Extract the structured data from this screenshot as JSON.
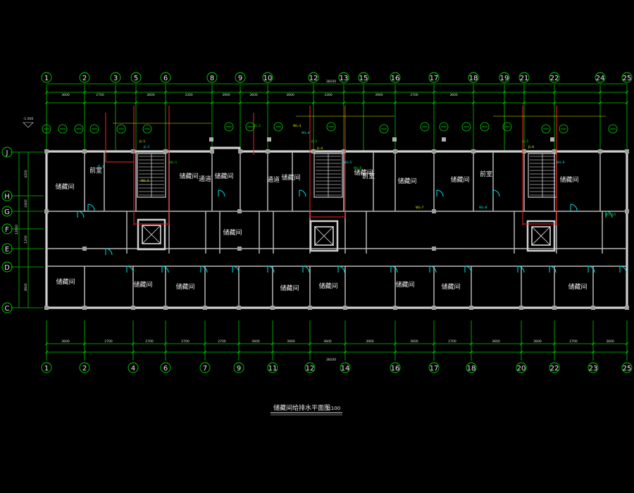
{
  "drawing": {
    "title": "储藏间给排水平面图",
    "scale": "1:100",
    "colors": {
      "background": "#000000",
      "grid": "#00c800",
      "walls": "#cfcfcf",
      "doors": "#00e0e0",
      "pipes": "#ff2020",
      "notes_yellow": "#e8e800"
    }
  },
  "axes": {
    "top": [
      "1",
      "2",
      "3",
      "5",
      "6",
      "8",
      "9",
      "10",
      "12",
      "13",
      "15",
      "16",
      "17",
      "18",
      "19",
      "21",
      "22",
      "24",
      "25"
    ],
    "bottom": [
      "1",
      "2",
      "4",
      "6",
      "7",
      "9",
      "11",
      "12",
      "14",
      "16",
      "17",
      "18",
      "20",
      "22",
      "23",
      "25"
    ],
    "left": [
      "J",
      "H",
      "G",
      "F",
      "E",
      "D",
      "C"
    ]
  },
  "dimensions": {
    "top_overall": "38100",
    "bottom_overall": "38100",
    "top_segments": [
      "3600",
      "2700",
      "3600",
      "3300",
      "3900",
      "3600",
      "3600",
      "3300",
      "3900",
      "2700",
      "3600"
    ],
    "bottom_segments": [
      "3600",
      "2700",
      "2700",
      "2700",
      "2700",
      "3600",
      "3900",
      "3600",
      "3900",
      "3600",
      "2700",
      "3600",
      "3600",
      "2700",
      "3600"
    ],
    "left_segments": [
      "4200",
      "2400",
      "1200",
      "3600"
    ],
    "left_total": "12000",
    "level": "-1.500"
  },
  "rooms": [
    {
      "label": "储藏间"
    },
    {
      "label": "前室"
    },
    {
      "label": "储藏间"
    },
    {
      "label": "储藏间"
    },
    {
      "label": "通道"
    },
    {
      "label": "通道"
    },
    {
      "label": "储藏间"
    },
    {
      "label": "储藏间"
    },
    {
      "label": "前室"
    },
    {
      "label": "储藏间"
    },
    {
      "label": "储藏间"
    },
    {
      "label": "前室"
    },
    {
      "label": "储藏间"
    },
    {
      "label": "储藏间"
    },
    {
      "label": "储藏间"
    },
    {
      "label": "储藏间"
    },
    {
      "label": "储藏间"
    },
    {
      "label": "储藏间"
    },
    {
      "label": "储藏间"
    },
    {
      "label": "储藏间"
    }
  ],
  "pipe_tags": [
    "JL-1",
    "JL-2",
    "WL-1",
    "WL-2",
    "ZL-1",
    "ZL-2",
    "WL-3",
    "WL-4",
    "JL-3",
    "JL-4",
    "WL-5",
    "WL-6",
    "WL-7",
    "WL-8",
    "JL-5",
    "JL-6",
    "WL-9",
    "WL-10"
  ]
}
